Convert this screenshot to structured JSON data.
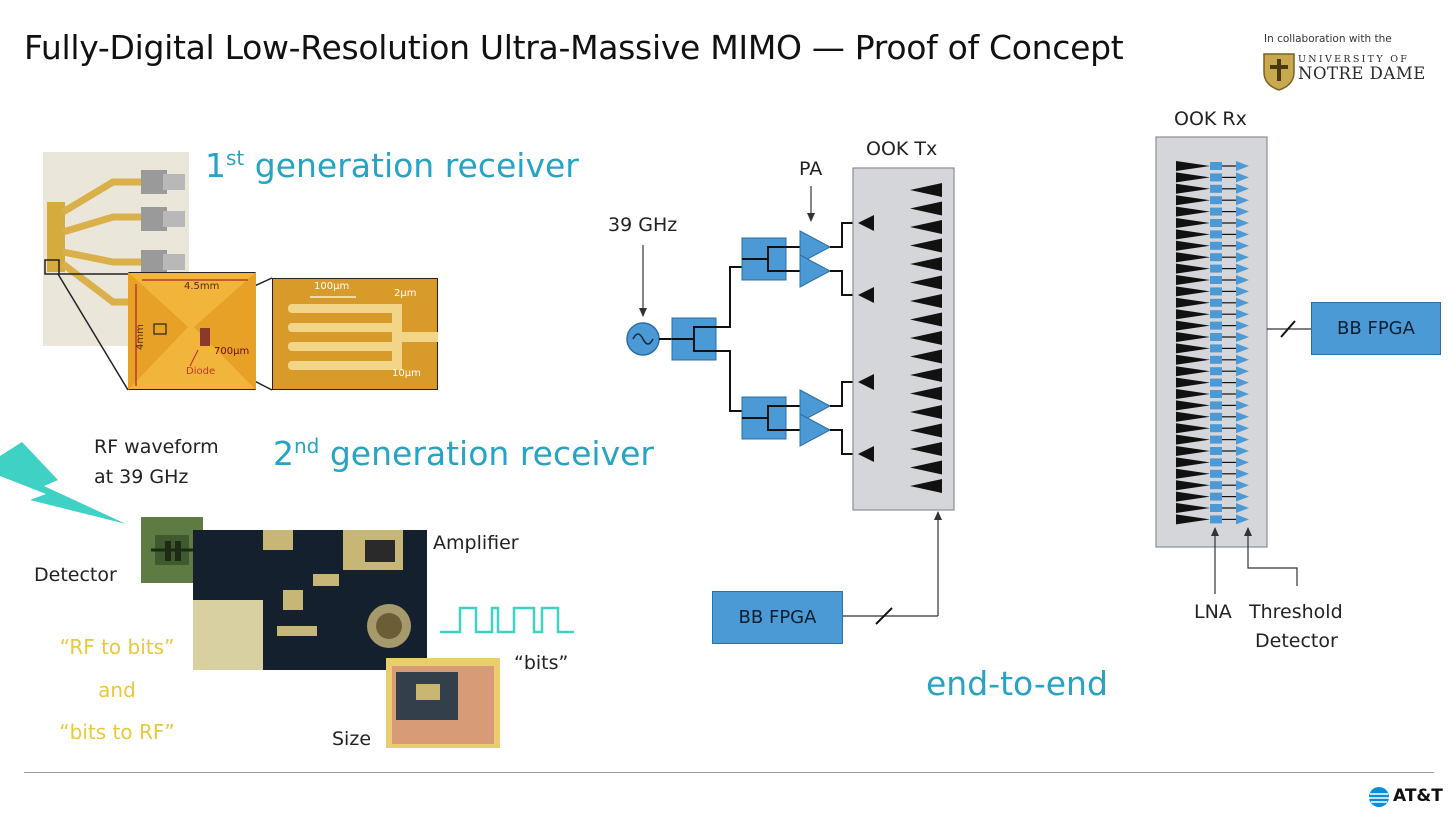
{
  "header": {
    "title": "Fully-Digital Low-Resolution Ultra-Massive MIMO — Proof of Concept",
    "collab_text": "In collaboration with the",
    "logo_university": "UNIVERSITY OF",
    "logo_name": "NOTRE DAME"
  },
  "left": {
    "gen1": {
      "num": "1",
      "sup": "st",
      "text": " generation receiver"
    },
    "gen2": {
      "num": "2",
      "sup": "nd",
      "text": " generation receiver"
    },
    "gen1_photo": {
      "dim_width": "4.5mm",
      "dim_height": "4mm",
      "diode_size": "700μm",
      "diode": "Diode",
      "dim_100": "100μm",
      "dim_2": "2μm",
      "dim_10": "10μm"
    },
    "rf_waveform": "RF waveform",
    "rf_freq": "at 39 GHz",
    "detector": "Detector",
    "amplifier": "Amplifier",
    "bits": "“bits”",
    "size": "Size",
    "rf_to_bits": "“RF to bits”",
    "and": "and",
    "bits_to_rf": "“bits to RF”"
  },
  "tx": {
    "freq": "39 GHz",
    "pa": "PA",
    "title": "OOK Tx",
    "fpga": "BB FPGA"
  },
  "rx": {
    "title": "OOK Rx",
    "fpga": "BB FPGA",
    "lna": "LNA",
    "threshold1": "Threshold",
    "threshold2": "Detector"
  },
  "end_to_end": "end-to-end",
  "footer": {
    "brand": "AT&T"
  },
  "colors": {
    "accent_teal": "#27a3c4",
    "block_blue": "#4b9ad6",
    "quote_yellow": "#e8c93a",
    "panel_gray": "#d4d6d9"
  }
}
